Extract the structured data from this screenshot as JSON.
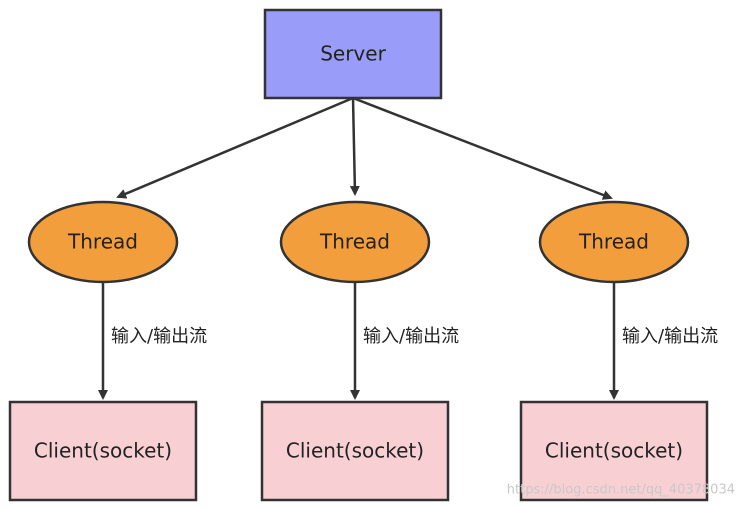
{
  "diagram": {
    "server": {
      "label": "Server",
      "fill": "#9a9cfa",
      "stroke": "#333333"
    },
    "threads": [
      {
        "label": "Thread",
        "fill": "#f39e3c",
        "stroke": "#333333"
      },
      {
        "label": "Thread",
        "fill": "#f39e3c",
        "stroke": "#333333"
      },
      {
        "label": "Thread",
        "fill": "#f39e3c",
        "stroke": "#333333"
      }
    ],
    "edge_labels": [
      "输入/输出流",
      "输入/输出流",
      "输入/输出流"
    ],
    "clients": [
      {
        "label": "Client(socket)",
        "fill": "#f8d0d4",
        "stroke": "#333333"
      },
      {
        "label": "Client(socket)",
        "fill": "#f8d0d4",
        "stroke": "#333333"
      },
      {
        "label": "Client(socket)",
        "fill": "#f8d0d4",
        "stroke": "#333333"
      }
    ],
    "watermark": "https://blog.csdn.net/qq_40378034"
  }
}
